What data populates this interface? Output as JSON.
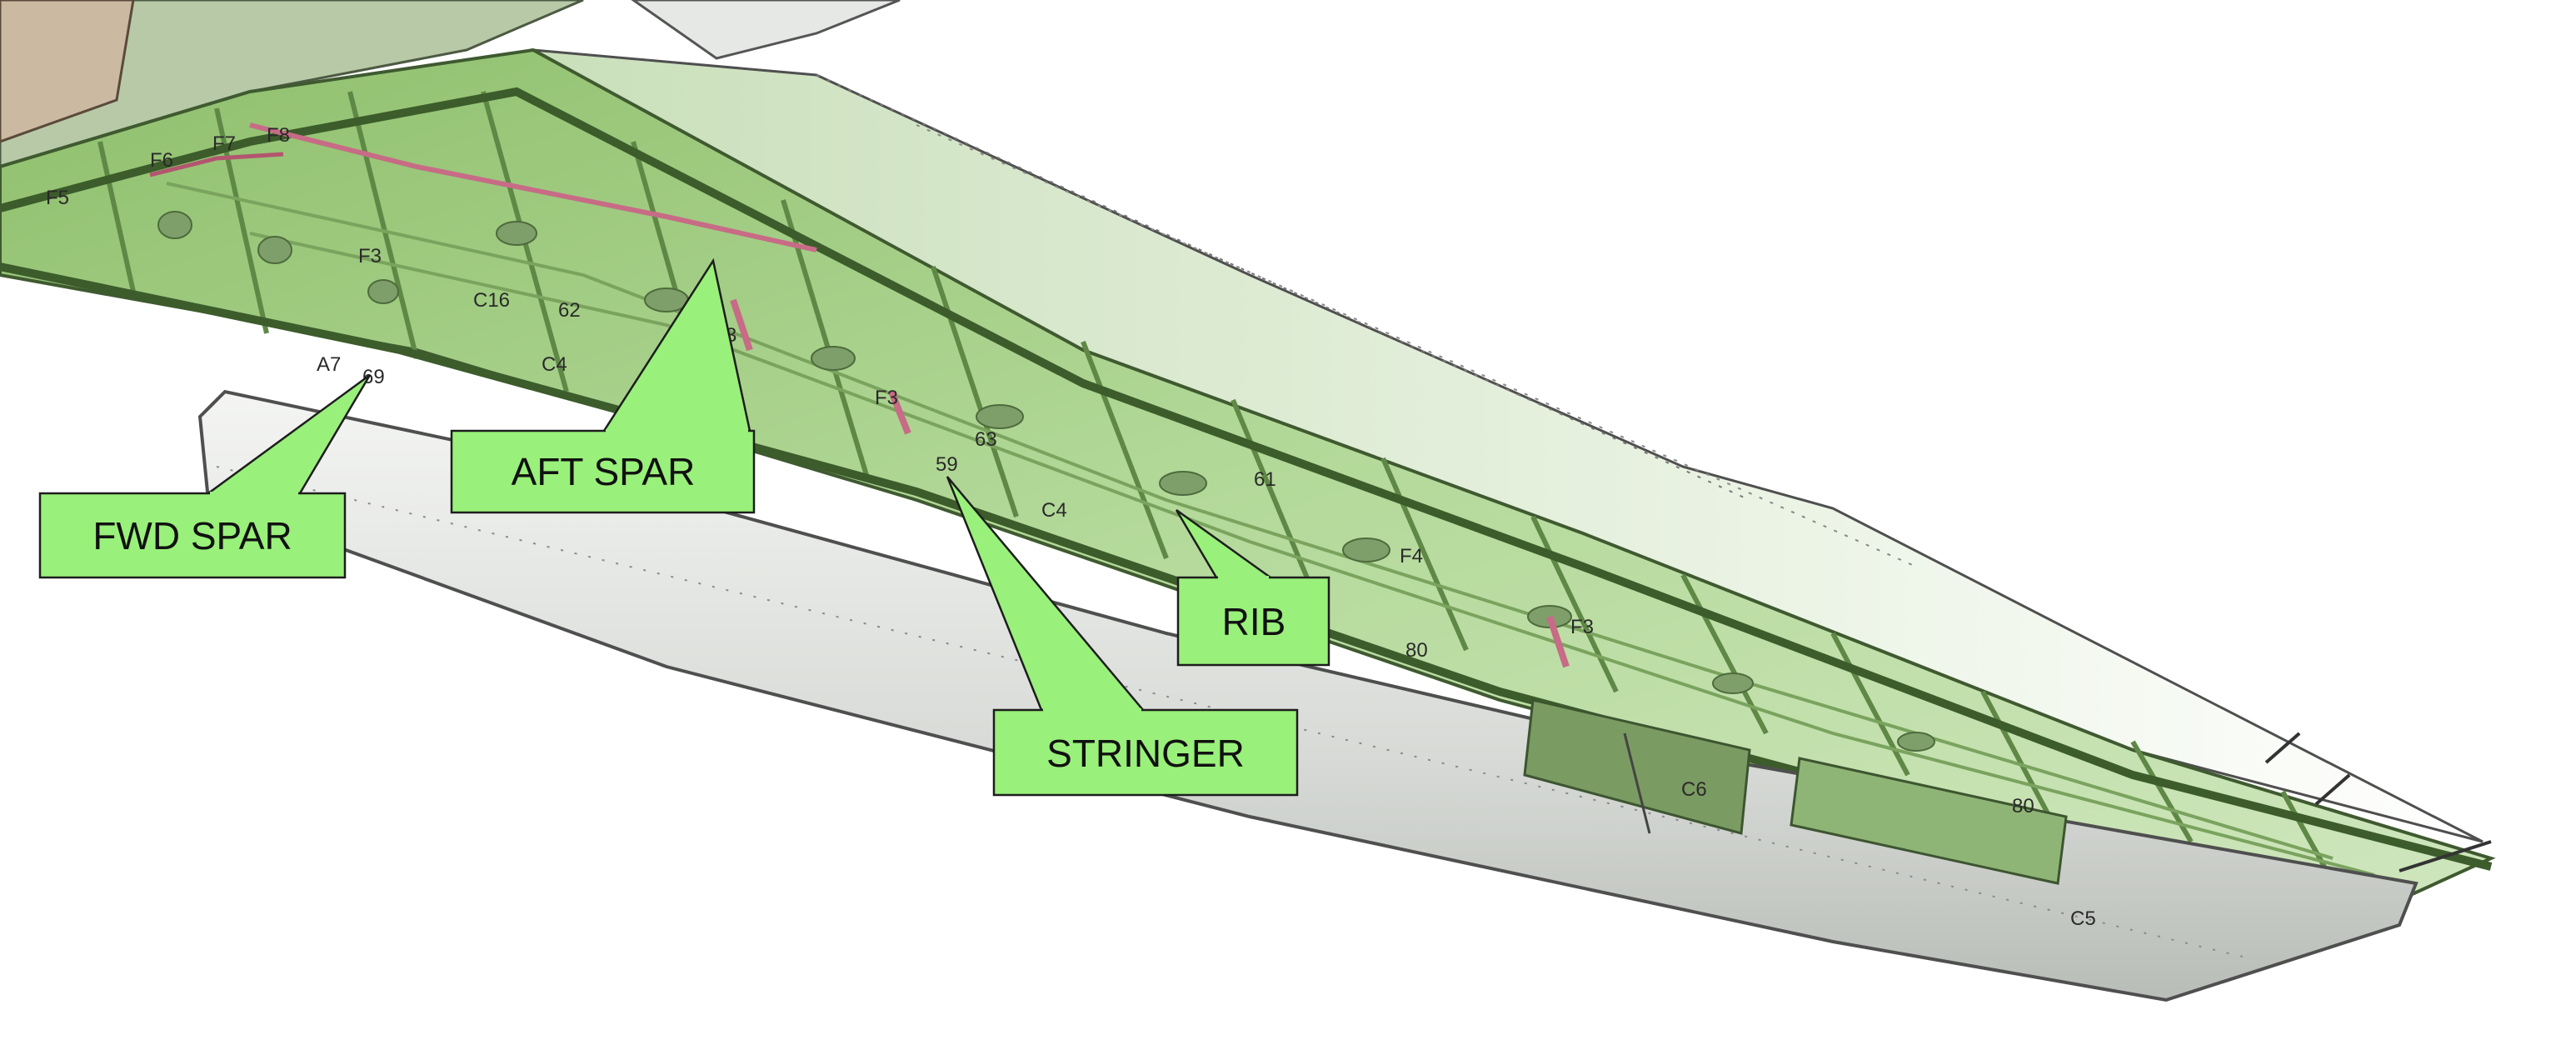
{
  "diagram": {
    "callouts": [
      {
        "id": "fwd-spar",
        "label": "FWD SPAR"
      },
      {
        "id": "aft-spar",
        "label": "AFT SPAR"
      },
      {
        "id": "rib",
        "label": "RIB"
      },
      {
        "id": "stringer",
        "label": "STRINGER"
      }
    ],
    "part_codes": [
      "F5",
      "F6",
      "F7",
      "F8",
      "F3",
      "C16",
      "62",
      "E3",
      "A7",
      "69",
      "C4",
      "F3",
      "63",
      "59",
      "C4",
      "61",
      "F4",
      "80",
      "F3",
      "C6",
      "80",
      "C5"
    ],
    "colors": {
      "callout_fill": "#99f07a",
      "callout_border": "#1d1d1d",
      "structure_green": "#9fcc7d",
      "structure_dark": "#6f9a55",
      "skin_silver": "#d9dbd8",
      "skin_edge": "#5a5a5a",
      "hydraulic_pink": "#c76b86"
    }
  }
}
